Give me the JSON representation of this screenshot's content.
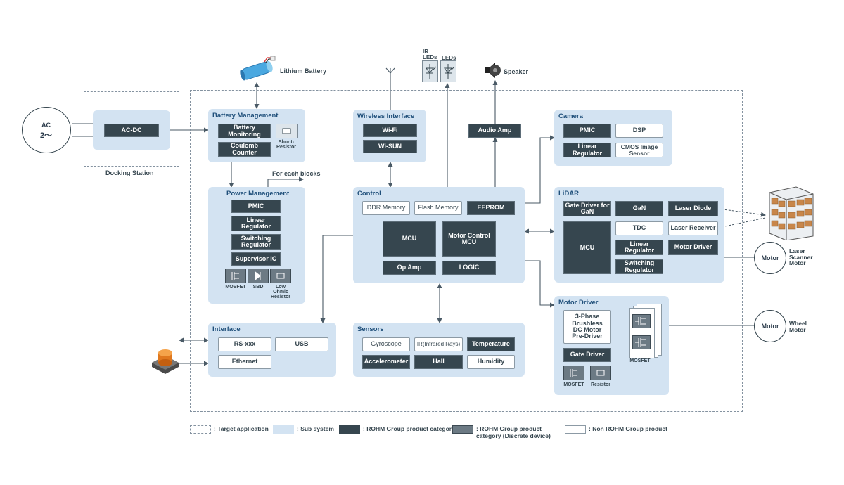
{
  "external": {
    "lithium_battery": "Lithium Battery",
    "ir_leds_1": "IR LEDs",
    "ir_leds_2": "LEDs",
    "speaker": "Speaker",
    "ac_line1": "AC",
    "ac_line2": "2～",
    "docking_station": "Docking Station",
    "motor_lidar": "Motor",
    "laser_scanner_motor": "Laser Scanner Motor",
    "motor_wheel": "Motor",
    "wheel_motor": "Wheel Motor",
    "for_each_blocks": "For each blocks"
  },
  "docking": {
    "acdc": "AC-DC"
  },
  "battery_management": {
    "title": "Battery Management",
    "battery_monitoring": "Battery Monitoring",
    "coulomb_counter": "Coulomb Counter",
    "shunt_resistor": "Shunt-Resistor"
  },
  "power_management": {
    "title": "Power Management",
    "pmic": "PMIC",
    "linear_regulator": "Linear Regulator",
    "switching_regulator": "Switching Regulator",
    "supervisor_ic": "Supervisor IC",
    "mosfet": "MOSFET",
    "sbd": "SBD",
    "low_ohmic_resistor": "Low Ohmic Resistor"
  },
  "wireless_interface": {
    "title": "Wireless Interface",
    "wifi": "Wi-Fi",
    "wisun": "Wi-SUN"
  },
  "audio_amp": "Audio Amp",
  "camera": {
    "title": "Camera",
    "pmic": "PMIC",
    "dsp": "DSP",
    "linear_regulator": "Linear Regulator",
    "cmos": "CMOS Image Sensor"
  },
  "control": {
    "title": "Control",
    "ddr": "DDR Memory",
    "flash": "Flash Memory",
    "eeprom": "EEPROM",
    "mcu": "MCU",
    "motor_control_mcu": "Motor Control MCU",
    "op_amp": "Op Amp",
    "logic": "LOGIC"
  },
  "lidar": {
    "title": "LiDAR",
    "gate_driver_gan": "Gate Driver for GaN",
    "gan": "GaN",
    "laser_diode": "Laser Diode",
    "tdc": "TDC",
    "laser_receiver": "Laser Receiver",
    "mcu": "MCU",
    "linear_regulator": "Linear Regulator",
    "motor_driver": "Motor Driver",
    "switching_regulator": "Switching Regulator"
  },
  "interface": {
    "title": "Interface",
    "rs": "RS-xxx",
    "usb": "USB",
    "ethernet": "Ethernet"
  },
  "sensors": {
    "title": "Sensors",
    "gyroscope": "Gyroscope",
    "ir": "IR(Infrared Rays)",
    "temperature": "Temperature",
    "accelerometer": "Accelerometer",
    "hall": "Hall",
    "humidity": "Humidity"
  },
  "motor_driver": {
    "title": "Motor Driver",
    "predriver": "3-Phase Brushless DC Motor Pre-Driver",
    "gate_driver": "Gate Driver",
    "mosfet_stack": "MOSFET",
    "mosfet": "MOSFET",
    "resistor": "Resistor"
  },
  "legend": {
    "target": ": Target application",
    "subsystem": ": Sub system",
    "rohm": ": ROHM Group product category",
    "rohm_discrete": ": ROHM Group product category (Discrete device)",
    "non_rohm": ": Non ROHM Group product"
  },
  "colors": {
    "subsystem": "#d3e3f2",
    "rohm": "#36464f",
    "discrete": "#6c7a84",
    "line": "#4a5a66"
  }
}
